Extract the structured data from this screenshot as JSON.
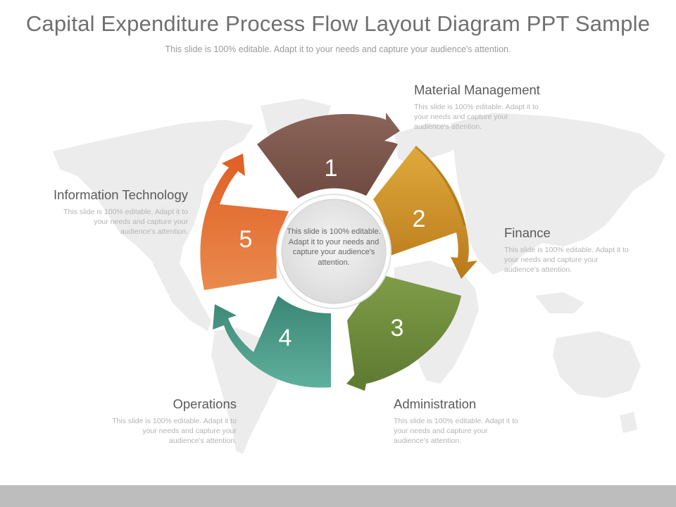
{
  "title": "Capital Expenditure Process Flow Layout Diagram PPT Sample",
  "subtitle": "This slide is 100% editable. Adapt it to your needs and capture your audience's attention.",
  "center_text": "This slide is 100% editable. Adapt it to your needs and capture your audience's attention.",
  "segments": [
    {
      "number": "1",
      "color": "#7c574d"
    },
    {
      "number": "2",
      "color": "#c98d26"
    },
    {
      "number": "3",
      "color": "#6e8b3d"
    },
    {
      "number": "4",
      "color": "#3f8f7c"
    },
    {
      "number": "5",
      "color": "#dd6a2c"
    }
  ],
  "labels": {
    "material": {
      "heading": "Material Management",
      "desc": "This slide is 100% editable. Adapt it to your needs and capture your audience's attention."
    },
    "finance": {
      "heading": "Finance",
      "desc": "This slide is 100% editable. Adapt it to your needs and capture your audience's attention."
    },
    "administration": {
      "heading": "Administration",
      "desc": "This slide is 100% editable. Adapt it to your needs and capture your audience's attention."
    },
    "operations": {
      "heading": "Operations",
      "desc": "This slide is 100% editable. Adapt it to your needs and capture your audience's attention."
    },
    "it": {
      "heading": "Information Technology",
      "desc": "This slide is 100% editable. Adapt it to your needs and capture your audience's attention."
    }
  }
}
